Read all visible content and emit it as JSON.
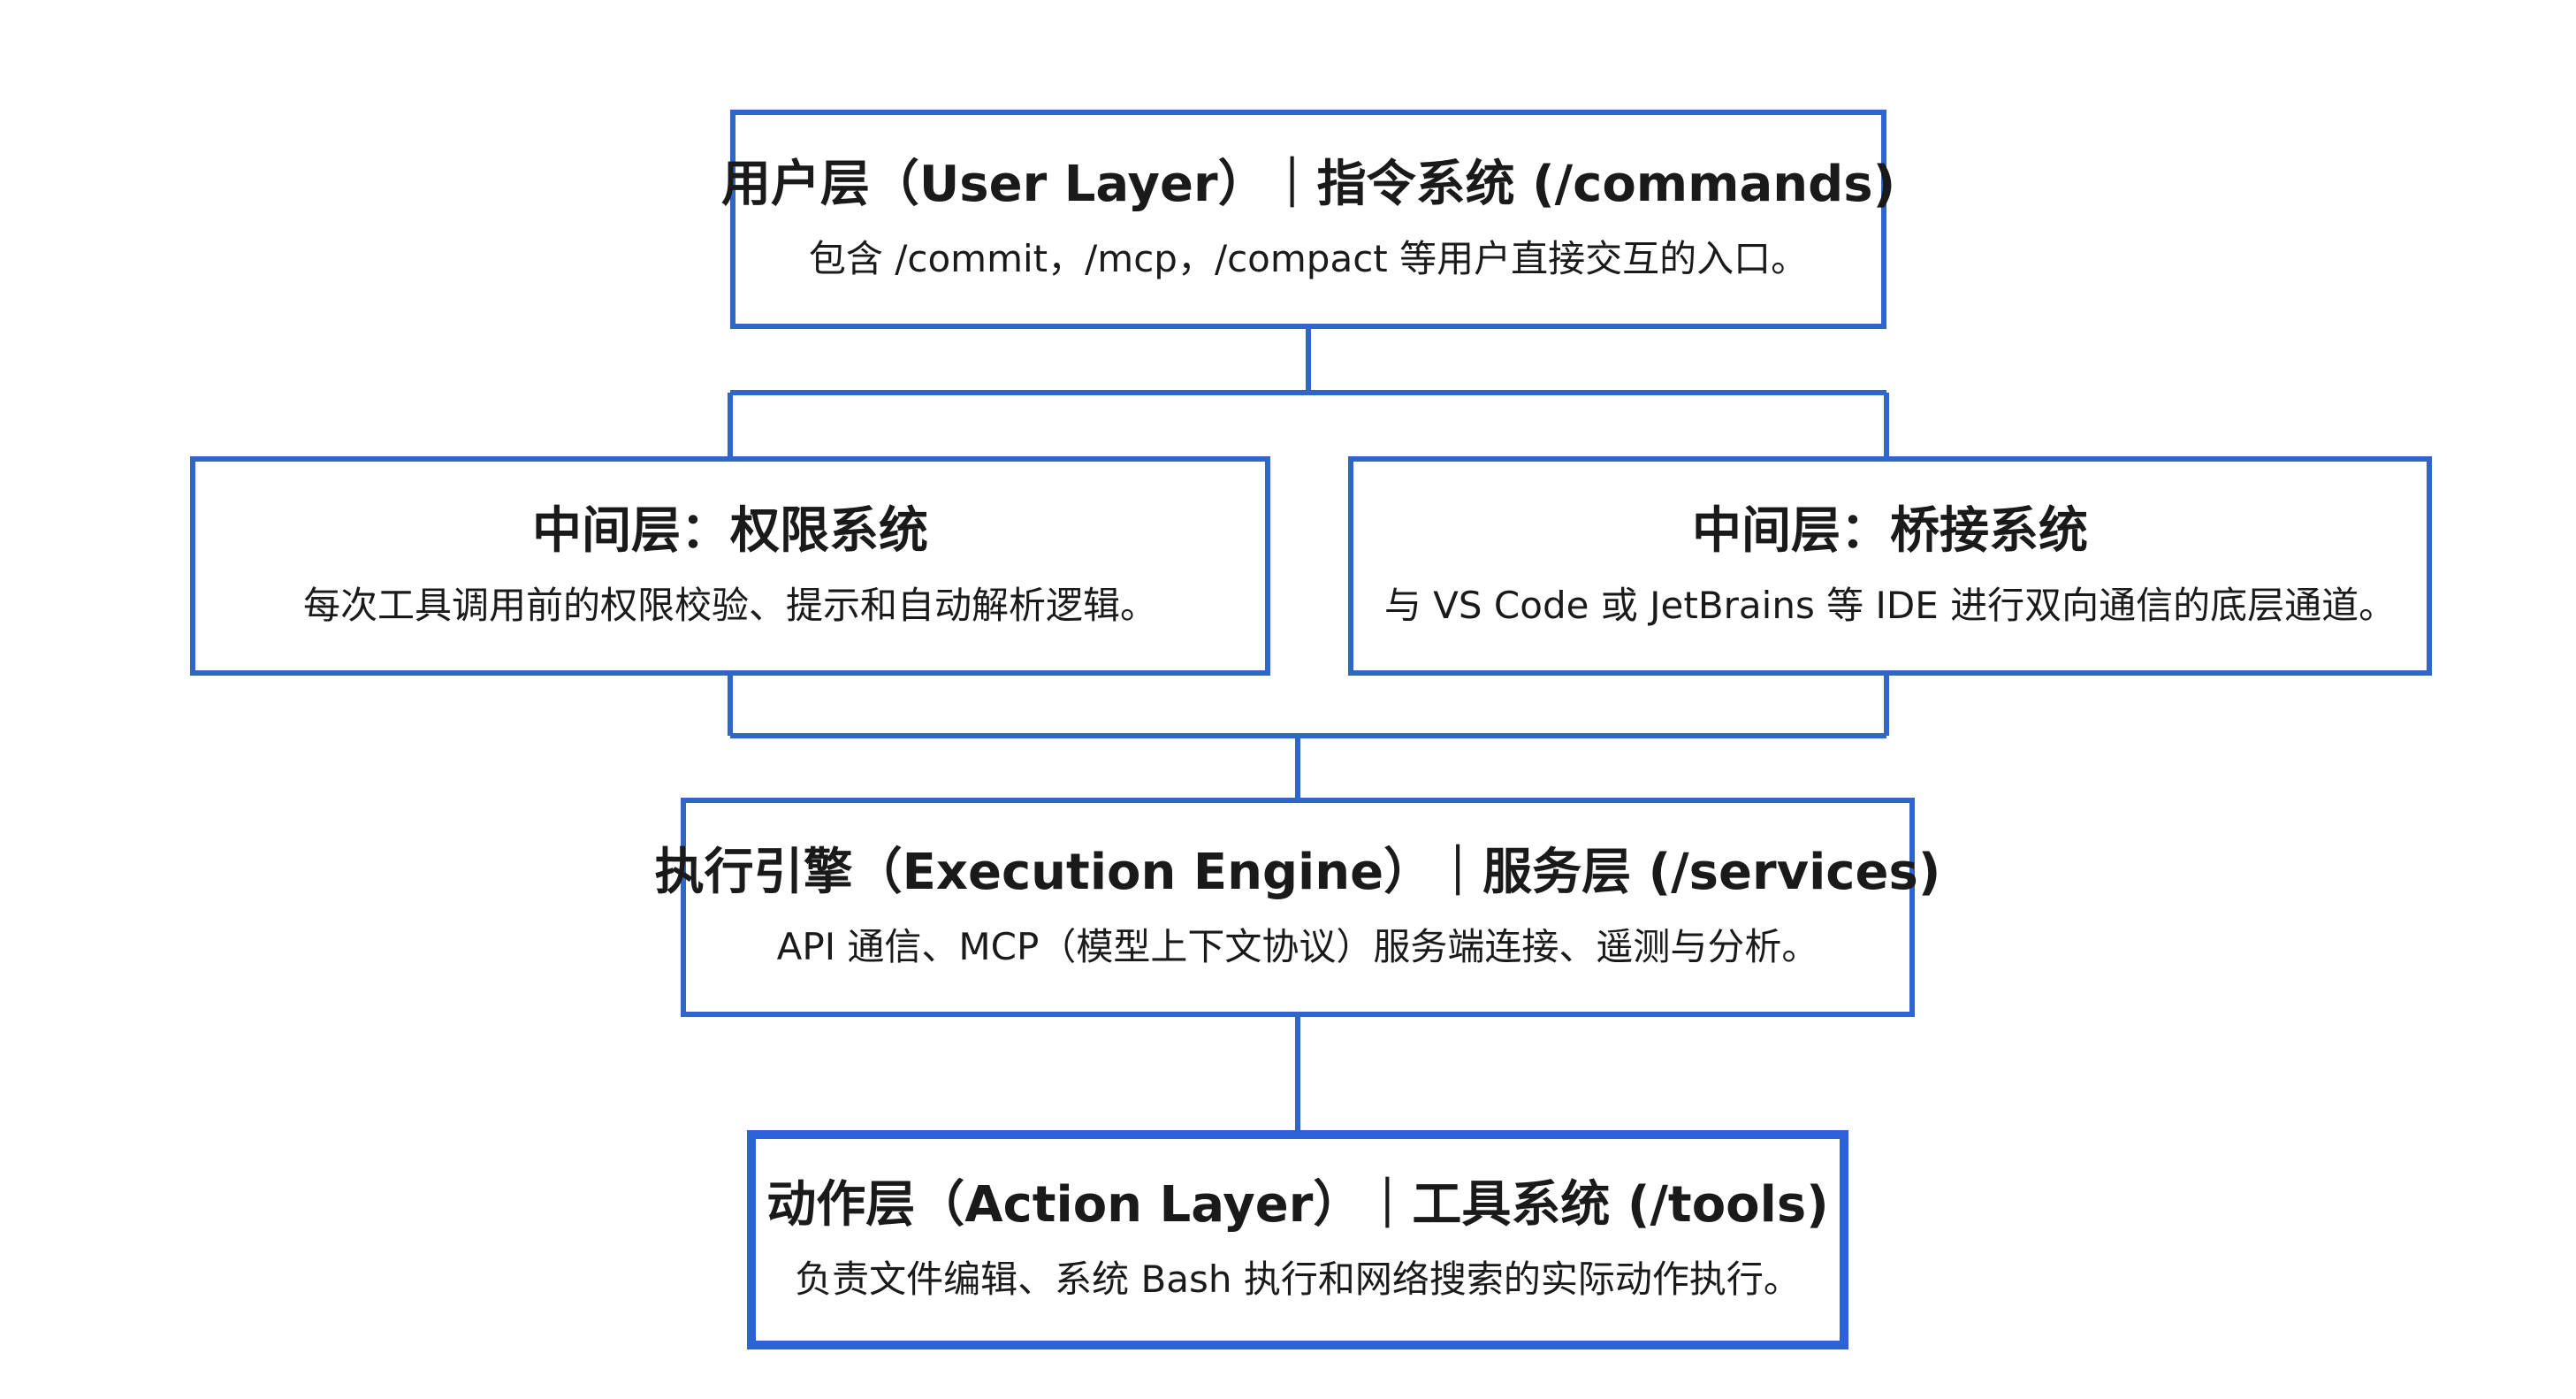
{
  "diagram": {
    "accent_color": "#2f66c8",
    "user_layer": {
      "title": "用户层（User Layer）｜指令系统 (/commands)",
      "desc": "包含 /commit，/mcp，/compact 等用户直接交互的入口。"
    },
    "permission_layer": {
      "title": "中间层：权限系统",
      "desc": "每次工具调用前的权限校验、提示和自动解析逻辑。"
    },
    "bridge_layer": {
      "title": "中间层：桥接系统",
      "desc": "与 VS Code 或 JetBrains 等 IDE 进行双向通信的底层通道。"
    },
    "engine_layer": {
      "title": "执行引擎（Execution Engine）｜服务层 (/services)",
      "desc": "API 通信、MCP（模型上下文协议）服务端连接、遥测与分析。"
    },
    "action_layer": {
      "title": "动作层（Action Layer）｜工具系统 (/tools)",
      "desc": "负责文件编辑、系统 Bash 执行和网络搜索的实际动作执行。"
    }
  }
}
